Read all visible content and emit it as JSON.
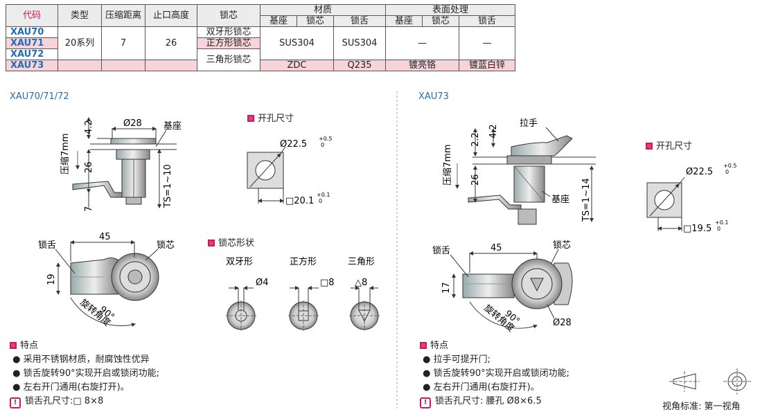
{
  "table": {
    "headers": {
      "code": "代码",
      "type": "类型",
      "compress": "压缩距离",
      "height": "止口高度",
      "core": "锁芯",
      "material": "材质",
      "surface": "表面处理",
      "base": "基座",
      "lock_core": "锁芯",
      "tongue": "锁舌"
    },
    "codes": [
      "XAU70",
      "XAU71",
      "XAU72",
      "XAU73"
    ],
    "type_value": "20系列",
    "compress_value": "7",
    "height_value": "26",
    "cores": [
      "双牙形锁芯",
      "正方形锁芯",
      "三角形锁芯"
    ],
    "material_row1": {
      "base_core": "SUS304",
      "tongue": "SUS304"
    },
    "material_row2": {
      "base_core": "ZDC",
      "tongue": "Q235"
    },
    "surface_row1": {
      "base_core": "—",
      "tongue": "—"
    },
    "surface_row2": {
      "base_core": "镀亮铬",
      "tongue": "镀蓝白锌"
    }
  },
  "left": {
    "title": "XAU70/71/72",
    "dims": {
      "d28": "Ø28",
      "base": "基座",
      "d42": "4.2",
      "d26": "26",
      "d7": "7",
      "compress": "压缩7mm",
      "ts": "TS=1~10"
    },
    "hole_title": "开孔尺寸",
    "hole_d": "Ø22.5",
    "hole_d_tol_up": "+0.5",
    "hole_d_tol_dn": "0",
    "hole_sq": "□20.1",
    "hole_sq_tol_up": "+0.1",
    "hole_sq_tol_dn": "0",
    "top_view": {
      "tongue": "锁舌",
      "core": "锁芯",
      "w45": "45",
      "h19": "19",
      "angle": "90°",
      "rotate": "旋转角度"
    },
    "shape_title": "锁芯形状",
    "shapes": [
      {
        "name": "双牙形",
        "dim": "Ø4"
      },
      {
        "name": "正方形",
        "dim": "□8"
      },
      {
        "name": "三角形",
        "dim": "△8"
      }
    ],
    "features_title": "特点",
    "features": [
      "采用不锈钢材质，耐腐蚀性优异",
      "锁舌旋转90°实现开启或锁闭功能;",
      "左右开门通用(右旋打开)。"
    ],
    "hole_note": "锁舌孔尺寸:□  8×8"
  },
  "right": {
    "title": "XAU73",
    "dims": {
      "handle": "拉手",
      "d22": "2.2",
      "d42": "4.2",
      "d26": "26",
      "compress": "压缩7mm",
      "ts": "TS=1~14",
      "base": "基座"
    },
    "hole_title": "开孔尺寸",
    "hole_d": "Ø22.5",
    "hole_d_tol_up": "+0.5",
    "hole_d_tol_dn": "0",
    "hole_sq": "□19.5",
    "hole_sq_tol_up": "+0.1",
    "hole_sq_tol_dn": "0",
    "top_view": {
      "tongue": "锁舌",
      "core": "锁芯",
      "w45": "45",
      "h17": "17",
      "angle": "90°",
      "rotate": "旋转角度",
      "d28": "Ø28"
    },
    "features_title": "特点",
    "features": [
      "拉手可提开门;",
      "锁舌旋转90°实现开启或锁闭功能;",
      "左右开门通用(右旋打开)。"
    ],
    "hole_note": "锁舌孔尺寸:  腰孔 Ø8×6.5"
  },
  "view_standard": "视角标准: 第一视角",
  "colors": {
    "accent": "#c41e5a",
    "blue": "#1e6fb5",
    "pink_row": "#f9d3da",
    "header_bg": "#ececec"
  }
}
